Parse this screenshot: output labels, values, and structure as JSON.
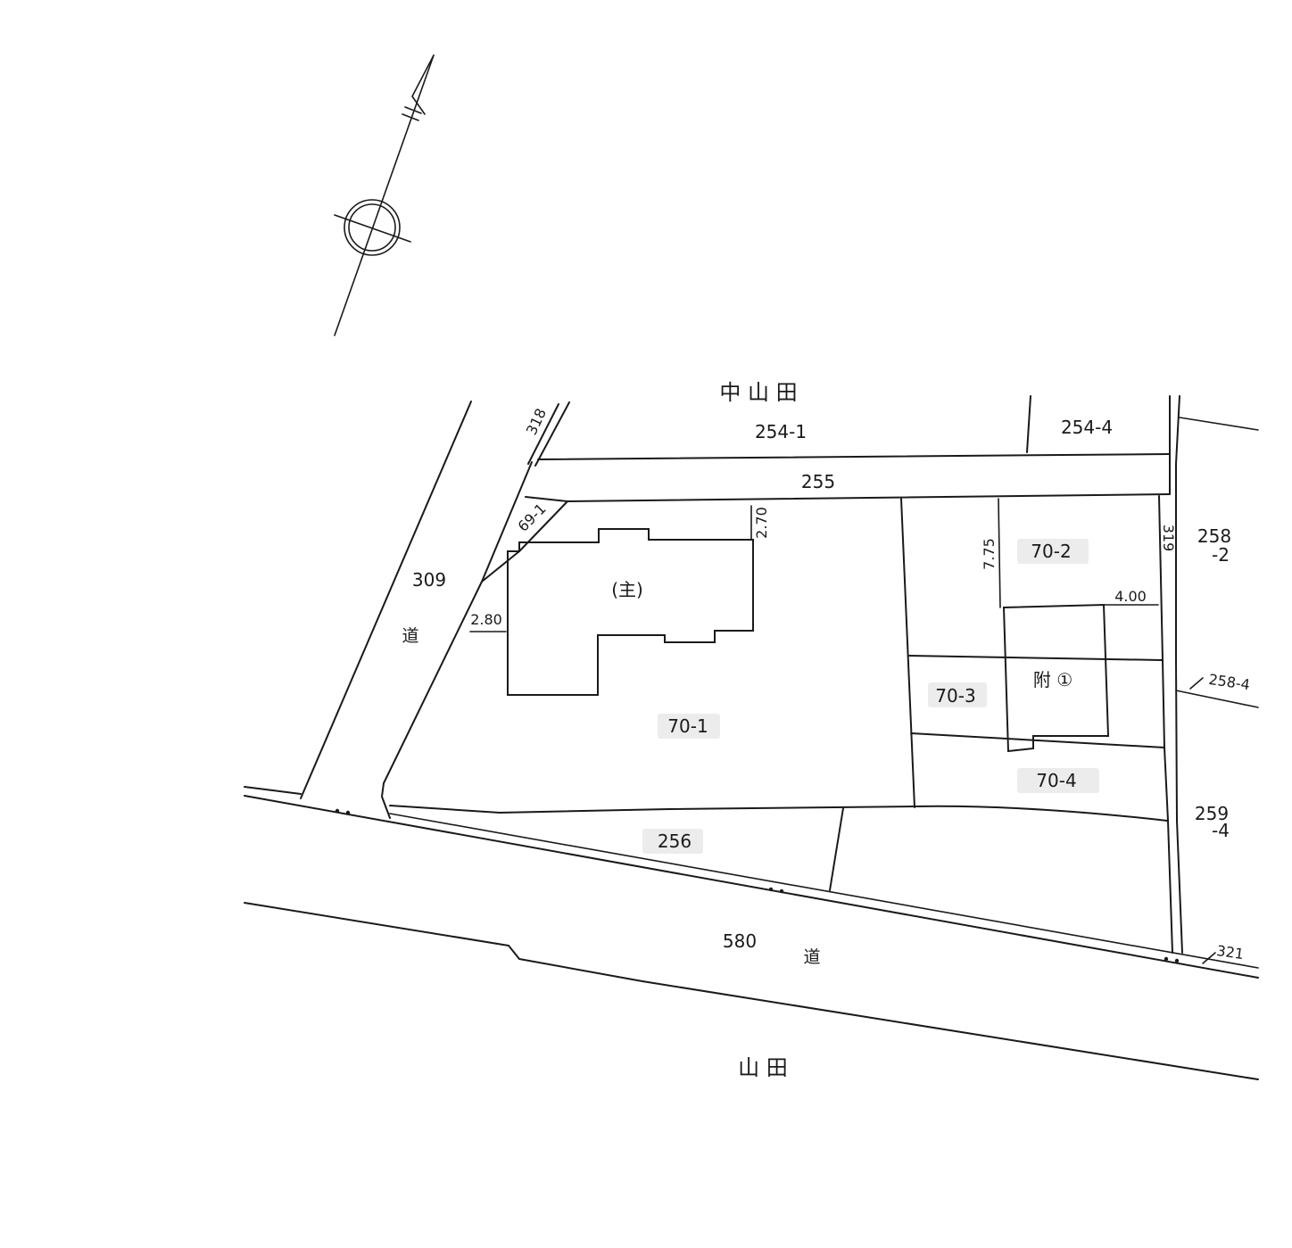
{
  "areas": {
    "north_area": "中 山 田",
    "south_area": "山 田"
  },
  "parcels": {
    "p254_1": "254-1",
    "p254_4": "254-4",
    "p255": "255",
    "p318": "318",
    "p309": "309",
    "p69_1": "69-1",
    "p70_1": "70-1",
    "p70_2": "70-2",
    "p70_3": "70-3",
    "p70_4": "70-4",
    "p319": "319",
    "p258_2_a": "258",
    "p258_2_b": "-2",
    "p258_4": "258-4",
    "p259_4_a": "259",
    "p259_4_b": "-4",
    "p256": "256",
    "p580": "580",
    "p321": "321"
  },
  "roads": {
    "road_west": "道",
    "road_south": "道"
  },
  "buildings": {
    "main": "(主)",
    "annex": "附 ①"
  },
  "dimensions": {
    "d2_70": "2.70",
    "d2_80": "2.80",
    "d7_75": "7.75",
    "d4_00": "4.00"
  }
}
